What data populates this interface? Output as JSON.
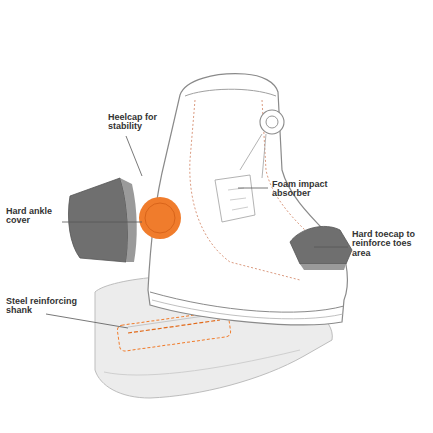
{
  "diagram": {
    "labels": [
      "Heelcap for stability",
      "Foam impact absorber",
      "Hard ankle cover",
      "Hard toecap to reinforce toes area",
      "Steel reinforcing shank"
    ]
  }
}
